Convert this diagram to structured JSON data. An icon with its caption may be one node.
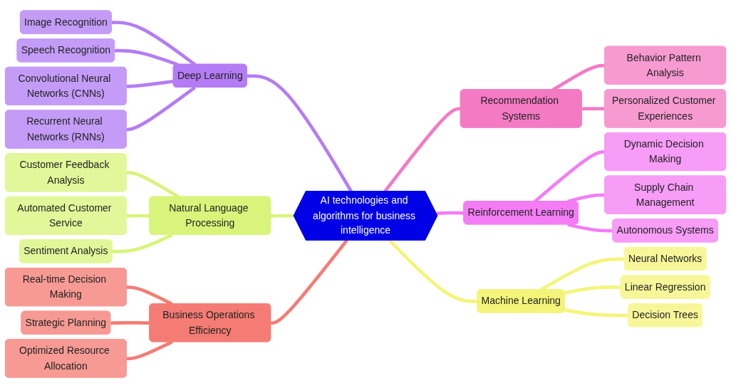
{
  "diagram": {
    "nodes": [
      {
        "text": [
          "AI technologies and algorithms for business intelligence"
        ]
      },
      {
        "text": [
          "Deep Learning"
        ]
      },
      {
        "text": [
          "Image Recognition"
        ]
      },
      {
        "text": [
          "Speech Recognition"
        ]
      },
      {
        "text": [
          "Convolutional Neural Networks (CNNs)"
        ]
      },
      {
        "text": [
          "Recurrent Neural Networks (RNNs)"
        ]
      },
      {
        "text": [
          "Recommendation Systems"
        ]
      },
      {
        "text": [
          "Behavior Pattern Analysis"
        ]
      },
      {
        "text": [
          "Personalized Customer Experiences"
        ]
      },
      {
        "text": [
          "Natural Language Processing"
        ]
      },
      {
        "text": [
          "Customer Feedback Analysis"
        ]
      },
      {
        "text": [
          "Automated Customer Service"
        ]
      },
      {
        "text": [
          "Sentiment Analysis"
        ]
      },
      {
        "text": [
          "Reinforcement Learning"
        ]
      },
      {
        "text": [
          "Dynamic Decision Making"
        ]
      },
      {
        "text": [
          "Supply Chain Management"
        ]
      },
      {
        "text": [
          "Autonomous Systems"
        ]
      },
      {
        "text": [
          "Business Operations Efficiency"
        ]
      },
      {
        "text": [
          "Real-time Decision Making"
        ]
      },
      {
        "text": [
          "Strategic Planning"
        ]
      },
      {
        "text": [
          "Optimized Resource Allocation"
        ]
      },
      {
        "text": [
          "Machine Learning"
        ]
      },
      {
        "text": [
          "Neural Networks"
        ]
      },
      {
        "text": [
          "Linear Regression"
        ]
      },
      {
        "text": [
          "Decision Trees"
        ]
      }
    ],
    "edges": [
      {
        "from": 0,
        "to": 1,
        "arrow": "none",
        "color": "#b47cf4"
      },
      {
        "from": 1,
        "to": 2,
        "arrow": "none",
        "color": "#b47cf4"
      },
      {
        "from": 1,
        "to": 3,
        "arrow": "none",
        "color": "#b47cf4"
      },
      {
        "from": 1,
        "to": 4,
        "arrow": "none",
        "color": "#b47cf4"
      },
      {
        "from": 1,
        "to": 5,
        "arrow": "none",
        "color": "#b47cf4"
      },
      {
        "from": 0,
        "to": 6,
        "arrow": "none",
        "color": "#f47ac4"
      },
      {
        "from": 6,
        "to": 7,
        "arrow": "none",
        "color": "#f47ac4"
      },
      {
        "from": 6,
        "to": 8,
        "arrow": "none",
        "color": "#f47ac4"
      },
      {
        "from": 0,
        "to": 9,
        "arrow": "none",
        "color": "#d8f47a"
      },
      {
        "from": 9,
        "to": 10,
        "arrow": "none",
        "color": "#d8f47a"
      },
      {
        "from": 9,
        "to": 11,
        "arrow": "none",
        "color": "#d8f47a"
      },
      {
        "from": 9,
        "to": 12,
        "arrow": "none",
        "color": "#d8f47a"
      },
      {
        "from": 0,
        "to": 13,
        "arrow": "none",
        "color": "#f47cf4"
      },
      {
        "from": 13,
        "to": 14,
        "arrow": "none",
        "color": "#f47cf4"
      },
      {
        "from": 13,
        "to": 15,
        "arrow": "none",
        "color": "#f47cf4"
      },
      {
        "from": 13,
        "to": 16,
        "arrow": "none",
        "color": "#f47cf4"
      },
      {
        "from": 0,
        "to": 17,
        "arrow": "none",
        "color": "#f47c74"
      },
      {
        "from": 17,
        "to": 18,
        "arrow": "none",
        "color": "#f47c74"
      },
      {
        "from": 17,
        "to": 19,
        "arrow": "none",
        "color": "#f47c74"
      },
      {
        "from": 17,
        "to": 20,
        "arrow": "none",
        "color": "#f47c74"
      },
      {
        "from": 0,
        "to": 21,
        "arrow": "none",
        "color": "#f4f47a"
      },
      {
        "from": 21,
        "to": 22,
        "arrow": "none",
        "color": "#f4f47a"
      },
      {
        "from": 21,
        "to": 23,
        "arrow": "none",
        "color": "#f4f47a"
      },
      {
        "from": 21,
        "to": 24,
        "arrow": "none",
        "color": "#f4f47a"
      }
    ]
  }
}
